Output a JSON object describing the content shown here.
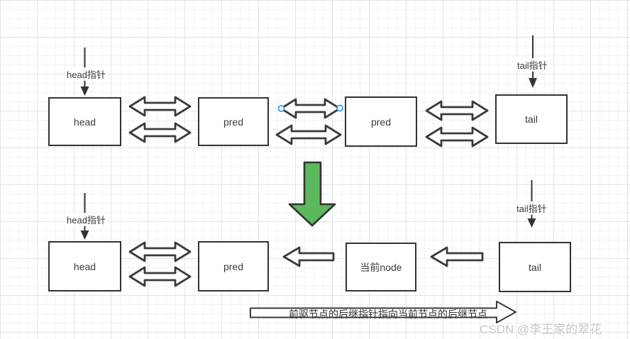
{
  "diagram": {
    "top": {
      "head_pointer": "head指针",
      "tail_pointer": "tail指针",
      "nodes": [
        {
          "label": "head"
        },
        {
          "label": "pred"
        },
        {
          "label": "pred"
        },
        {
          "label": "tail"
        }
      ]
    },
    "bottom": {
      "head_pointer": "head指针",
      "tail_pointer": "tail指针",
      "nodes": [
        {
          "label": "head"
        },
        {
          "label": "pred"
        },
        {
          "label": "当前node"
        },
        {
          "label": "tail"
        }
      ]
    },
    "caption": "前驱节点的后继指针指向当前节点的后继节点"
  },
  "watermark": "CSDN @李王家的翠花",
  "colors": {
    "shape_stroke": "#3b3b3b",
    "pointer_stroke": "#333333",
    "green_arrow_fill": "#5cb85c",
    "selection_handle": "#3399ff",
    "watermark_text": "#c9c9c9"
  }
}
